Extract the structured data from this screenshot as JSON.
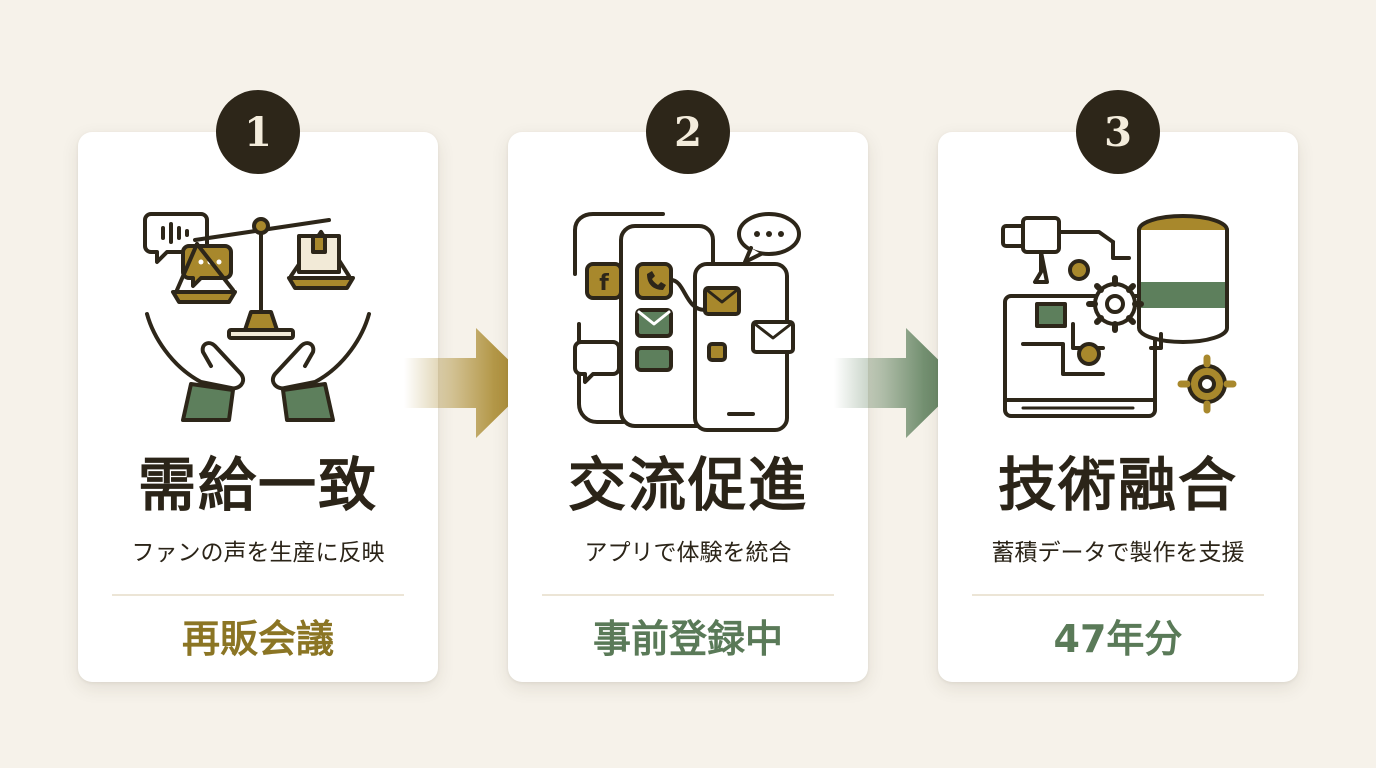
{
  "steps": [
    {
      "number": "1",
      "title": "需給一致",
      "subtitle": "ファンの声を生産に反映",
      "value": "再販会議",
      "value_color": "#8b7524",
      "icon": "balance-scale-hands-icon"
    },
    {
      "number": "2",
      "title": "交流促進",
      "subtitle": "アプリで体験を統合",
      "value": "事前登録中",
      "value_color": "#5a7a58",
      "icon": "smartphone-apps-chat-icon"
    },
    {
      "number": "3",
      "title": "技術融合",
      "subtitle": "蓄積データで製作を支援",
      "value": "47年分",
      "value_color": "#5a7a58",
      "icon": "database-robot-arm-gears-icon"
    }
  ],
  "colors": {
    "gold": "#a8882c",
    "green": "#5d7f5c",
    "dark": "#2d2619",
    "cream": "#f2ead7"
  }
}
